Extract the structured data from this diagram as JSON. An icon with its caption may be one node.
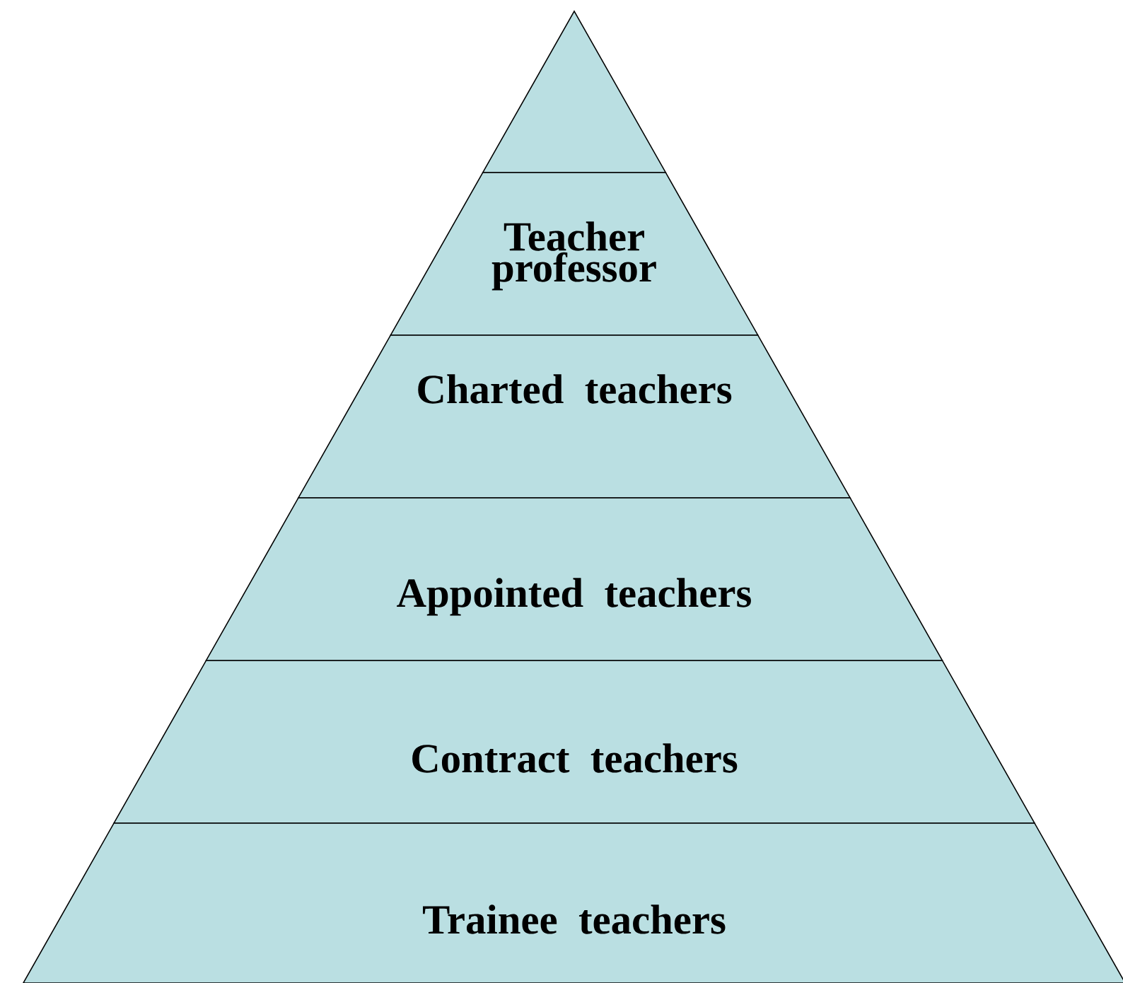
{
  "diagram": {
    "nodes": [
      {
        "text": [],
        "shape": "triangle"
      },
      {
        "text": [
          "Teacher professor"
        ]
      },
      {
        "text": [
          "Charted teachers"
        ]
      },
      {
        "text": [
          "Appointed teachers"
        ]
      },
      {
        "text": [
          "Contract teachers"
        ]
      },
      {
        "text": [
          "Trainee teachers"
        ]
      }
    ]
  }
}
